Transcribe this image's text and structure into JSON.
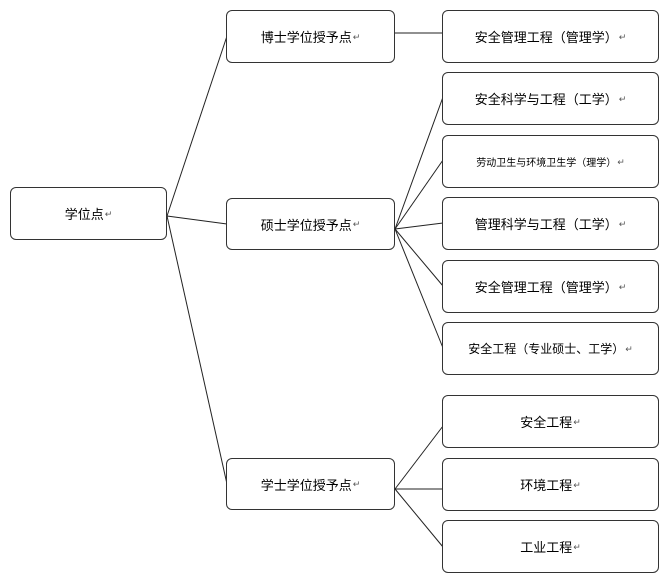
{
  "root": {
    "label": "学位点"
  },
  "doctor": {
    "label": "博士学位授予点",
    "children": [
      "安全管理工程（管理学）"
    ]
  },
  "master": {
    "label": "硕士学位授予点",
    "children": [
      "安全科学与工程（工学）",
      "劳动卫生与环境卫生学（理学）",
      "管理科学与工程（工学）",
      "安全管理工程（管理学）",
      "安全工程（专业硕士、工学）"
    ]
  },
  "bachelor": {
    "label": "学士学位授予点",
    "children": [
      "安全工程",
      "环境工程",
      "工业工程"
    ]
  },
  "paragraph_mark": "↵"
}
